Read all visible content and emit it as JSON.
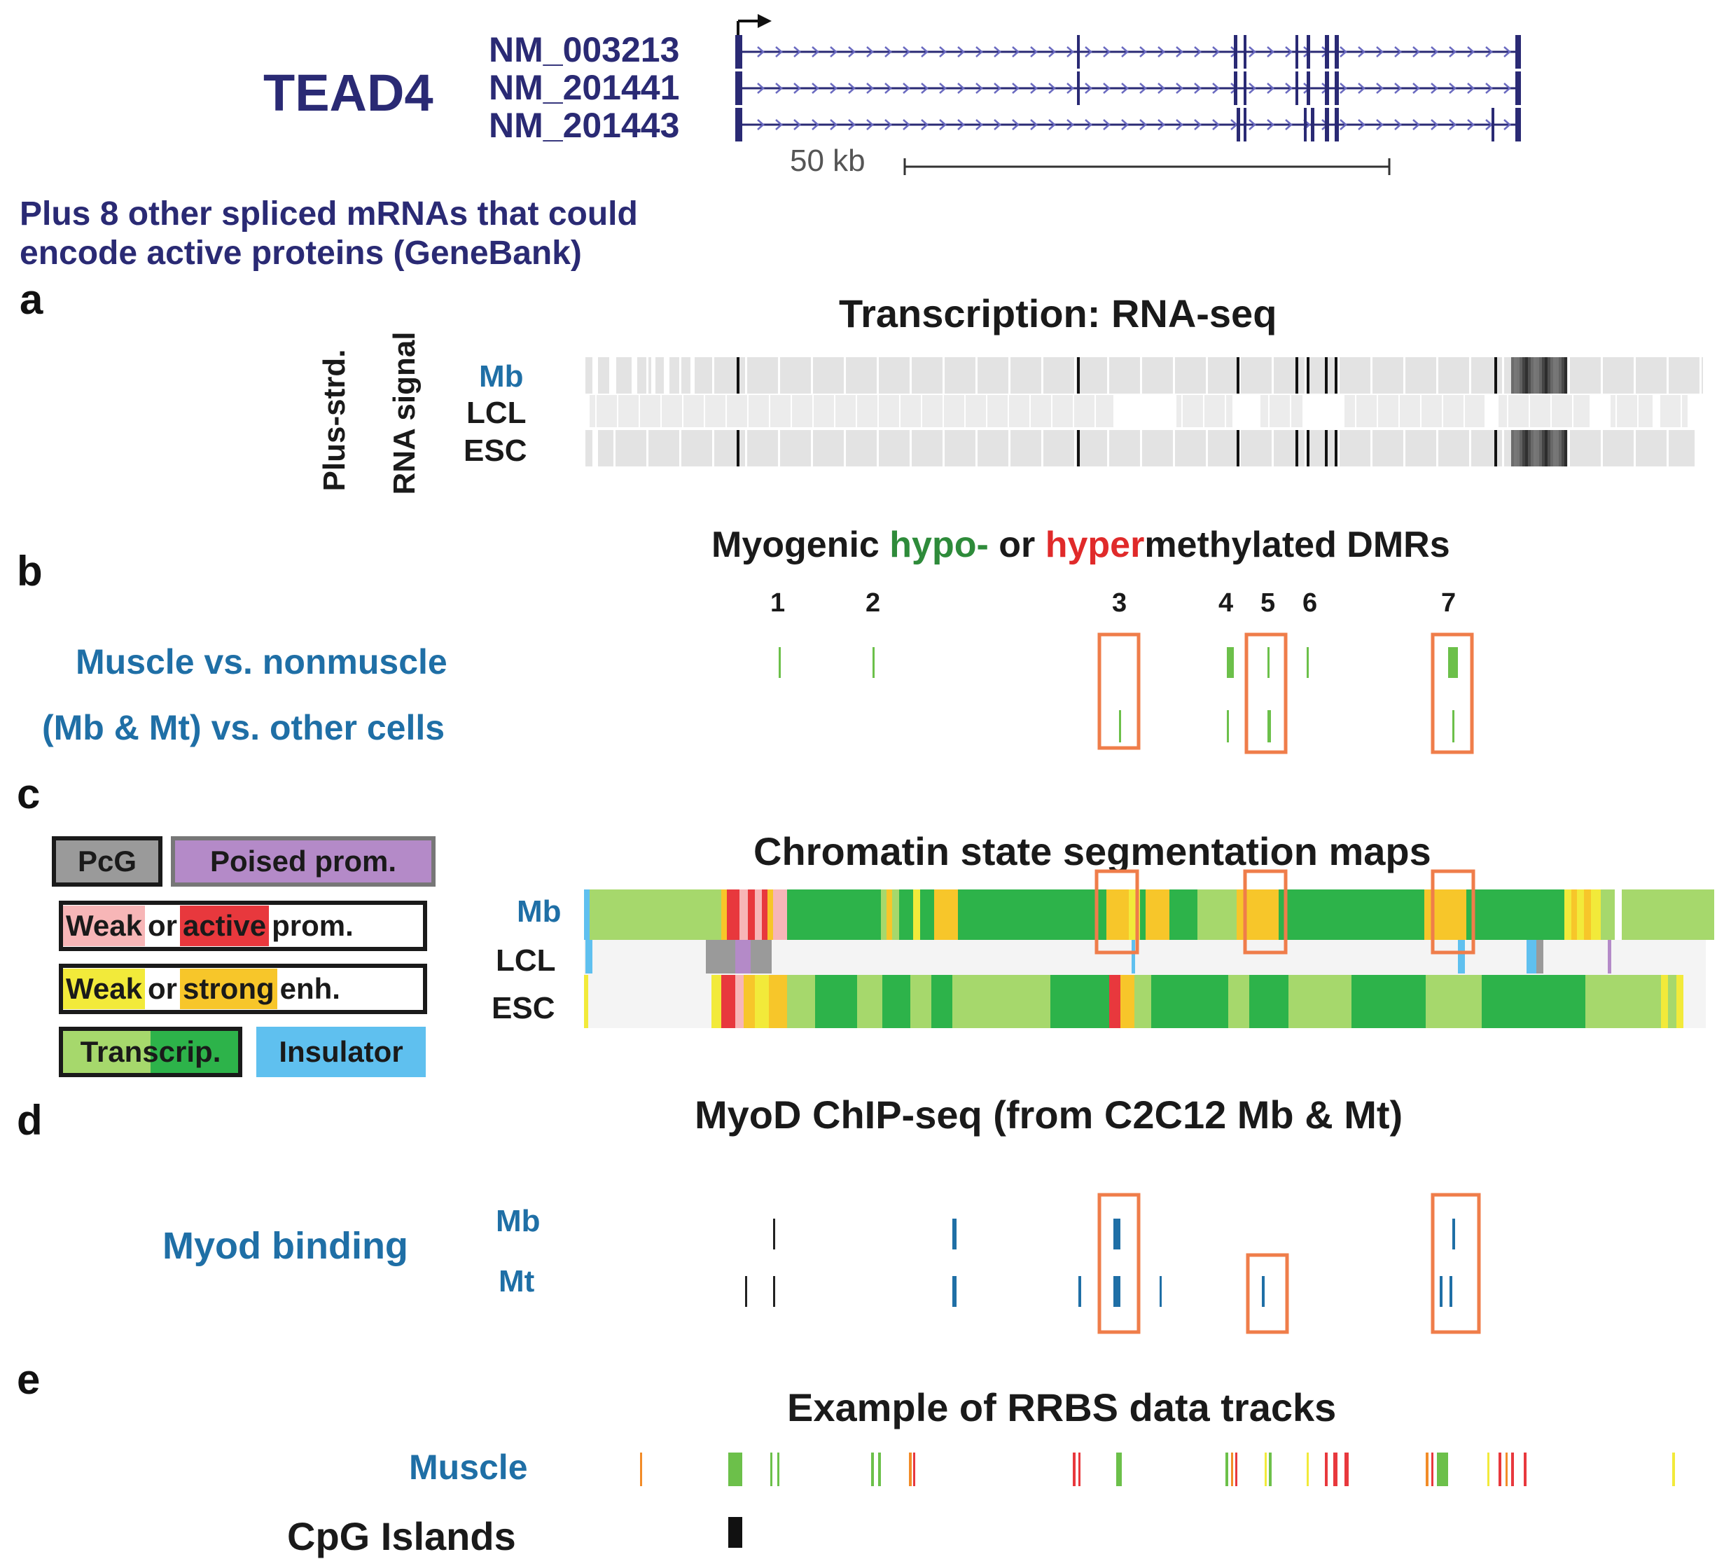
{
  "gene": {
    "name": "TEAD4",
    "transcripts": [
      "NM_003213",
      "NM_201441",
      "NM_201443"
    ],
    "scale_label": "50 kb",
    "note_line1": "Plus 8 other spliced mRNAs that could",
    "note_line2": "encode active proteins (GeneBank)"
  },
  "panel_a": {
    "letter": "a",
    "title": "Transcription: RNA-seq",
    "axis_line1": "Plus-strd.",
    "axis_line2": "RNA signal",
    "rows": [
      "Mb",
      "LCL",
      "ESC"
    ]
  },
  "panel_b": {
    "letter": "b",
    "title_prefix": "Myogenic ",
    "title_hypo": "hypo-",
    "title_mid": " or ",
    "title_hyper": "hyper",
    "title_suffix": "methylated DMRs",
    "dmr_numbers": [
      "1",
      "2",
      "3",
      "4",
      "5",
      "6",
      "7"
    ],
    "rows": [
      "Muscle vs. nonmuscle",
      "(Mb & Mt) vs. other cells"
    ]
  },
  "panel_c": {
    "letter": "c",
    "title": "Chromatin state segmentation maps",
    "rows": [
      "Mb",
      "LCL",
      "ESC"
    ],
    "legend": {
      "pcg": "PcG",
      "poised": "Poised prom.",
      "weak_prom": "Weak",
      "or1": "or",
      "active_prom": "active",
      "prom_suffix": "prom.",
      "weak_enh": "Weak",
      "or2": "or",
      "strong_enh": "strong",
      "enh_suffix": "enh.",
      "transcrip": "Transcrip.",
      "insulator": "Insulator"
    }
  },
  "panel_d": {
    "letter": "d",
    "title": "MyoD ChIP-seq (from C2C12 Mb & Mt)",
    "track_label": "Myod binding",
    "rows": [
      "Mb",
      "Mt"
    ]
  },
  "panel_e": {
    "letter": "e",
    "title": "Example of RRBS data tracks",
    "rows": [
      "Muscle",
      "CpG Islands"
    ]
  },
  "colors": {
    "gene_navy": "#2a2a74",
    "label_blue": "#1f6fa6",
    "highlight_orange": "#ef7d4a",
    "dmr_green": "#6cc04a",
    "transcription_light": "#a6d86c",
    "transcription_strong": "#2db34a",
    "weak_enhancer": "#f2ea3a",
    "strong_enhancer": "#f7c62a",
    "active_promoter": "#e8383d",
    "weak_promoter": "#f7b6b7",
    "poised_promoter": "#b48ac8",
    "pcg": "#9a9a9a",
    "insulator": "#5fc0ef",
    "myod_peak": "#1f6fa6",
    "rrbs_hypo": "#6cc04a",
    "rrbs_hyper": "#e8383d",
    "rrbs_mid": "#f2ea3a"
  }
}
